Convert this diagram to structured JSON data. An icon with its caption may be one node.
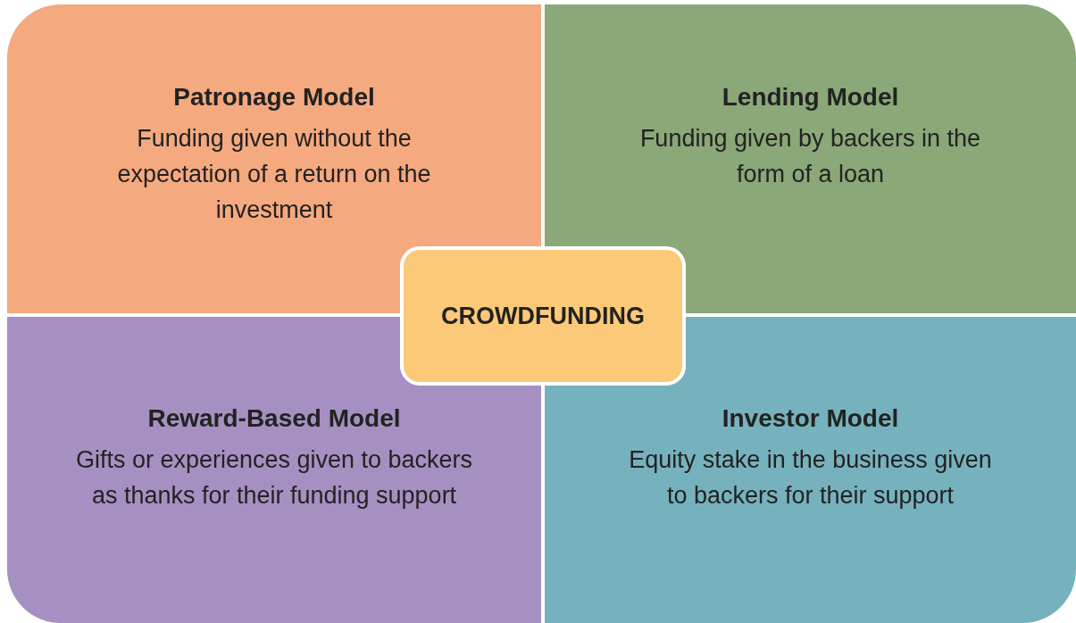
{
  "diagram": {
    "nodes": [
      {
        "text": [
          "Patronage Model",
          "Funding given without the expectation of a return on the investment"
        ]
      },
      {
        "text": [
          "Lending Model",
          "Funding given by backers in the form of a loan"
        ]
      },
      {
        "text": [
          "CROWDFUNDING"
        ]
      },
      {
        "text": [
          "Reward-Based Model",
          "Gifts or experiences given to backers as thanks for their funding support"
        ]
      },
      {
        "text": [
          "Investor Model",
          "Equity stake in the business given to backers for their support"
        ]
      }
    ]
  }
}
